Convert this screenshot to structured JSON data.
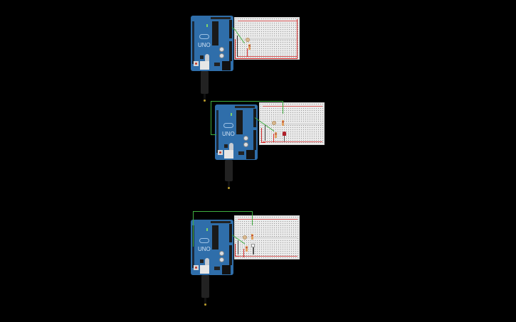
{
  "app": {
    "view": "circuit-simulator-canvas",
    "background_color": "#000000"
  },
  "canvas": {
    "circuits": [
      {
        "id_label": "circuit-1",
        "board": "arduino-uno",
        "board_markings": "UNO",
        "components": [
          "breadboard-small",
          "photoresistor",
          "resistor"
        ],
        "wires": [
          "green",
          "red",
          "black"
        ]
      },
      {
        "id_label": "circuit-2",
        "board": "arduino-uno",
        "board_markings": "UNO",
        "components": [
          "breadboard-small",
          "photoresistor",
          "resistor",
          "resistor",
          "red-led"
        ],
        "wires": [
          "green",
          "green",
          "red",
          "black"
        ]
      },
      {
        "id_label": "circuit-3",
        "board": "arduino-uno",
        "board_markings": "UNO",
        "components": [
          "breadboard-small",
          "photoresistor",
          "resistor",
          "resistor",
          "white-component"
        ],
        "wires": [
          "green",
          "green",
          "red",
          "black"
        ]
      }
    ]
  },
  "colors": {
    "arduino_blue": "#2f6eaa",
    "breadboard": "#ececec",
    "wire_green": "#3fae3f",
    "wire_red": "#d42a2a",
    "wire_black": "#333333",
    "led_red": "#b0202a"
  }
}
